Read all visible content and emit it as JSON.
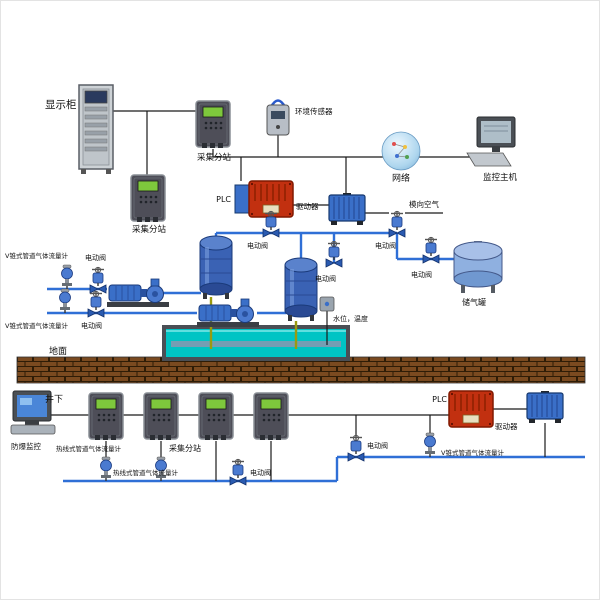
{
  "labels": {
    "display_cabinet": "显示柜",
    "collection_substation": "采集分站",
    "env_sensor": "环境传感器",
    "network": "网络",
    "monitor_host": "监控主机",
    "plc": "PLC",
    "driver": "驱动器",
    "lateral_air": "模向空气",
    "electric_valve": "电动阀",
    "gas_tank": "储气罐",
    "vcone_flowmeter": "V锥式管道气体流量计",
    "water_level_temp": "水位，温度",
    "ground": "地面",
    "underground": "井下",
    "explosionproof_monitor": "防爆监控",
    "hotwire_flowmeter": "热线式管道气体流量计"
  },
  "icons": {
    "display-cabinet-icon": "equipment rack cabinet",
    "substation-icon": "mining data collection substation box with green screen",
    "env-sensor-icon": "portable environment sensor",
    "network-globe-icon": "network sphere",
    "computer-icon": "desktop monitoring computer",
    "explosionproof-box-icon": "red flameproof enclosure with fins",
    "driver-box-icon": "blue finned driver enclosure",
    "electric-valve-icon": "motorized valve with handwheel",
    "flowmeter-icon": "pipeline gas flowmeter transmitter",
    "pump-icon": "horizontal vacuum pump unit",
    "tank-icon": "vertical separator tank",
    "gas-tank-icon": "gas storage tank",
    "water-pool-icon": "water pool",
    "brick-ground-icon": "brick ground strip"
  },
  "colors": {
    "signal_line": "#1a1a1a",
    "pipe_line": "#2f6fd6",
    "drain_line": "#9a9a10",
    "water": "#00c4c4",
    "brick": "#7a4a20",
    "device_blue": "#3a6fc8",
    "explosionproof_red": "#c23010",
    "screen_green": "#7ec83c"
  }
}
